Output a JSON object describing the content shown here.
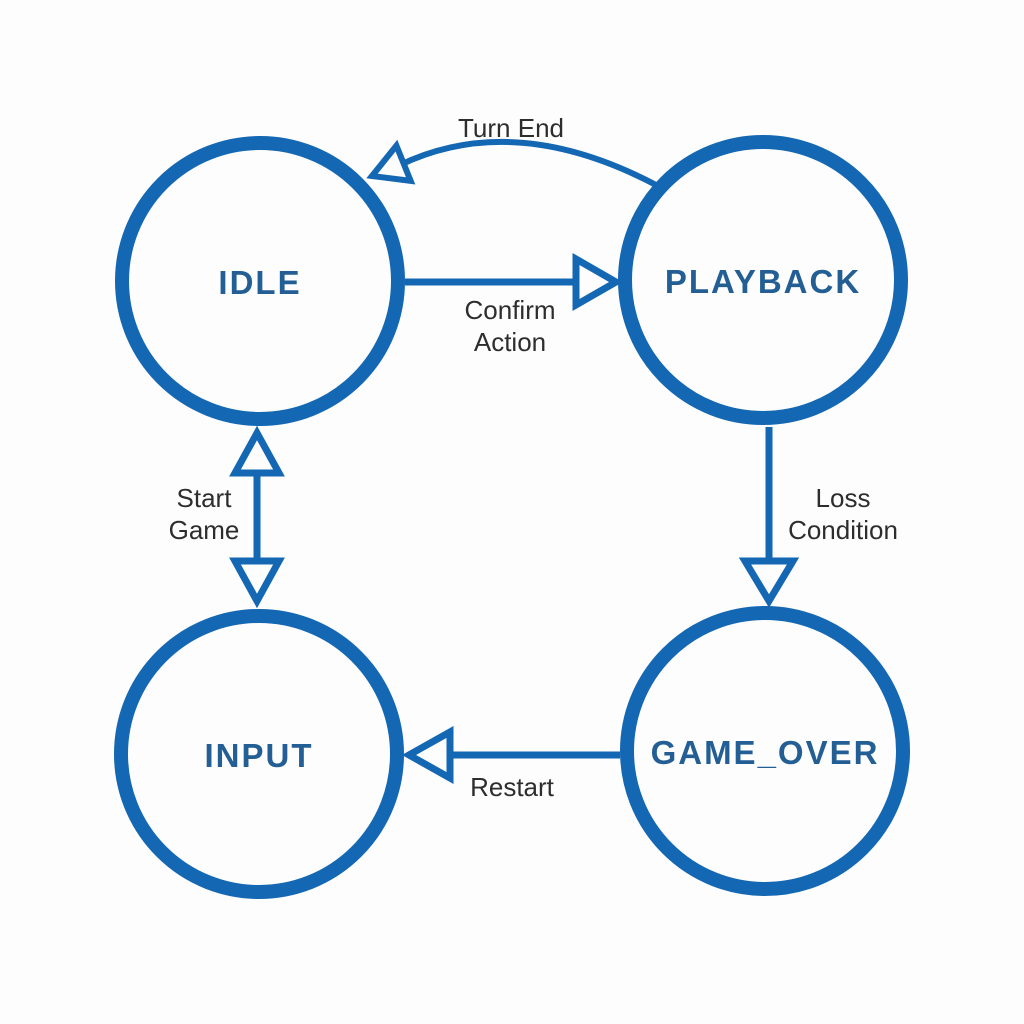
{
  "diagram": {
    "type": "state-machine",
    "colors": {
      "node_stroke": "#1467b2",
      "node_label": "#235f94",
      "edge_label": "#2d2d2d",
      "background": "#fdfdfd"
    },
    "states": [
      {
        "id": "idle",
        "label": "IDLE"
      },
      {
        "id": "playback",
        "label": "PLAYBACK"
      },
      {
        "id": "input",
        "label": "INPUT"
      },
      {
        "id": "game_over",
        "label": "GAME_OVER"
      }
    ],
    "transitions": [
      {
        "id": "turn-end",
        "from": "PLAYBACK",
        "to": "IDLE",
        "label": "Turn End",
        "lines": [
          "Turn End"
        ],
        "bidirectional": false
      },
      {
        "id": "confirm-action",
        "from": "IDLE",
        "to": "PLAYBACK",
        "label": "Confirm Action",
        "lines": [
          "Confirm",
          "Action"
        ],
        "bidirectional": false
      },
      {
        "id": "start-game",
        "from": "IDLE",
        "to": "INPUT",
        "label": "Start Game",
        "lines": [
          "Start",
          "Game"
        ],
        "bidirectional": true
      },
      {
        "id": "loss-condition",
        "from": "PLAYBACK",
        "to": "GAME_OVER",
        "label": "Loss Condition",
        "lines": [
          "Loss",
          "Condition"
        ],
        "bidirectional": false
      },
      {
        "id": "restart",
        "from": "GAME_OVER",
        "to": "INPUT",
        "label": "Restart",
        "lines": [
          "Restart"
        ],
        "bidirectional": false
      }
    ]
  }
}
